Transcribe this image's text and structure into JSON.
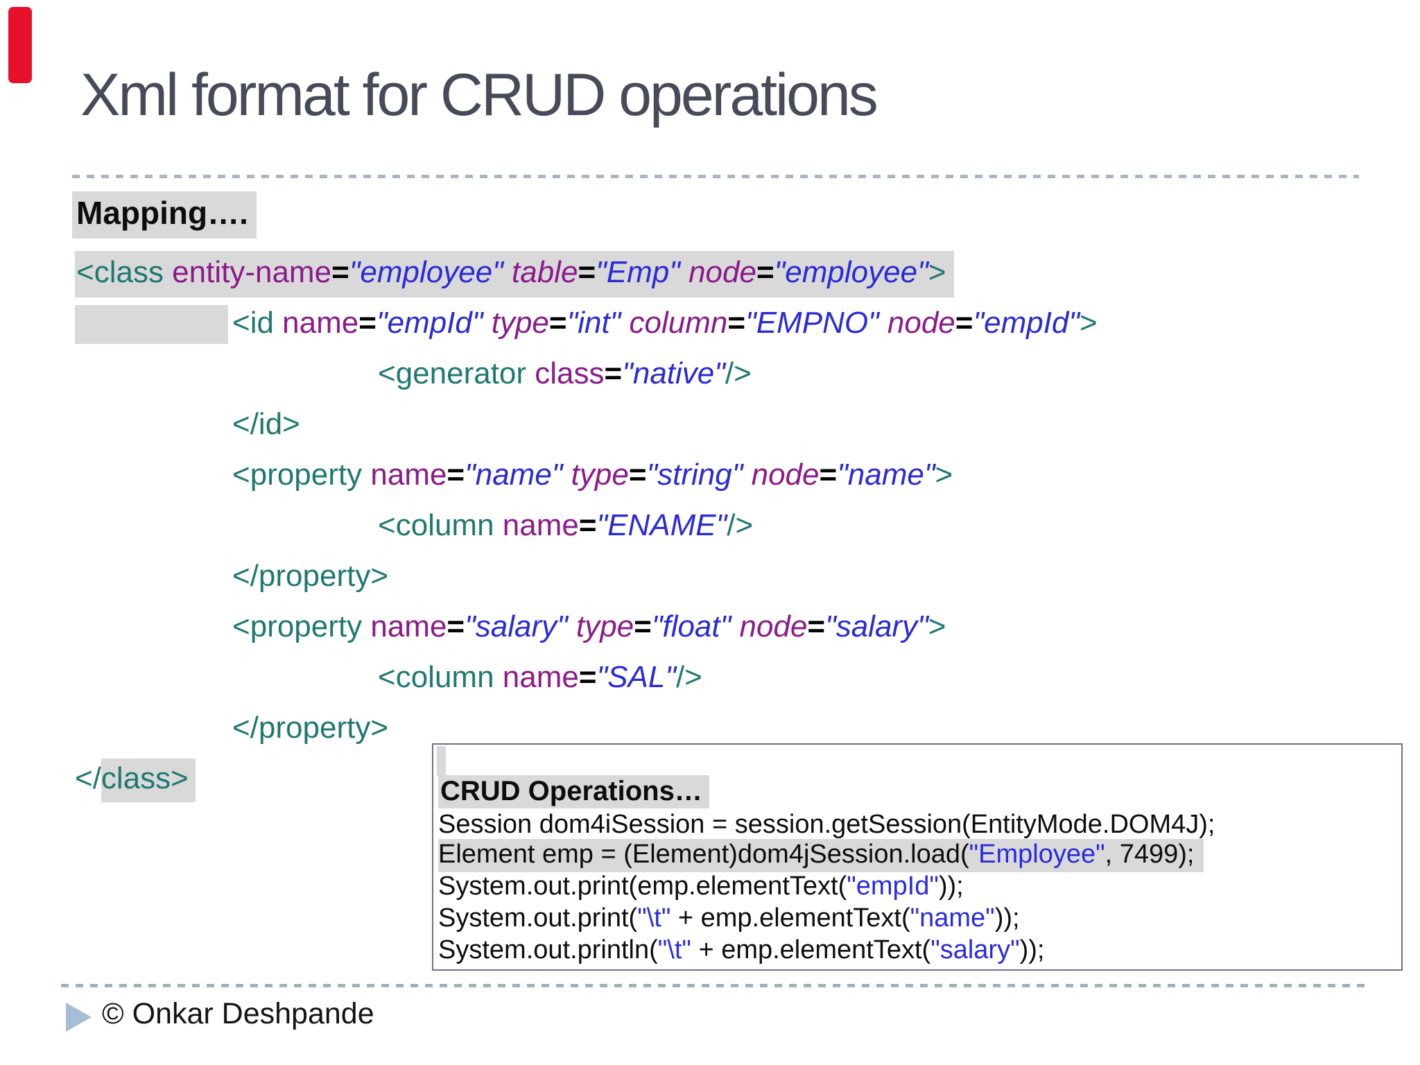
{
  "slide": {
    "title": "Xml format for CRUD operations",
    "footer": "© Onkar Deshpande"
  },
  "colors": {
    "accent_red_bar": "#e8112d",
    "title_text": "#474a59",
    "xml_tag": "#1f7872",
    "xml_attribute": "#8b1a8b",
    "xml_value": "#2a2ad7",
    "code_string": "#2a2ae0",
    "highlight": "#d9d9d9",
    "crud_box_border": "#6e6e96",
    "dashed_rule": "#a7b6c6",
    "footer_triangle": "#a5bdd7"
  },
  "xml": {
    "heading": "Mapping….",
    "lines": [
      {
        "indent": 0,
        "wrap": "hl",
        "tokens": [
          [
            "t",
            "<class "
          ],
          [
            "a",
            "entity-name"
          ],
          [
            "e",
            "="
          ],
          [
            "v",
            "\"employee\" "
          ],
          [
            "ai",
            "table"
          ],
          [
            "e",
            "="
          ],
          [
            "v",
            "\"Emp\" "
          ],
          [
            "ai",
            "node"
          ],
          [
            "e",
            "="
          ],
          [
            "v",
            "\"employee\""
          ],
          [
            "t",
            ">"
          ]
        ]
      },
      {
        "indent": 0,
        "ghost": true,
        "tokens": [
          [
            "t",
            "<id "
          ],
          [
            "a",
            "name"
          ],
          [
            "e",
            "="
          ],
          [
            "v",
            "\"empId\" "
          ],
          [
            "ai",
            "type"
          ],
          [
            "e",
            "="
          ],
          [
            "v",
            "\"int\" "
          ],
          [
            "ai",
            "column"
          ],
          [
            "e",
            "="
          ],
          [
            "v",
            "\"EMPNO\" "
          ],
          [
            "ai",
            "node"
          ],
          [
            "e",
            "="
          ],
          [
            "v",
            "\"empId\""
          ],
          [
            "t",
            ">"
          ]
        ]
      },
      {
        "indent": 2,
        "tokens": [
          [
            "t",
            "<generator "
          ],
          [
            "a",
            "class"
          ],
          [
            "e",
            "="
          ],
          [
            "v",
            "\"native\""
          ],
          [
            "t",
            "/>"
          ]
        ]
      },
      {
        "indent": 1,
        "tokens": [
          [
            "t",
            "</id>"
          ]
        ]
      },
      {
        "indent": 1,
        "tokens": [
          [
            "t",
            "<property "
          ],
          [
            "a",
            "name"
          ],
          [
            "e",
            "="
          ],
          [
            "v",
            "\"name\" "
          ],
          [
            "ai",
            "type"
          ],
          [
            "e",
            "="
          ],
          [
            "v",
            "\"string\" "
          ],
          [
            "ai",
            "node"
          ],
          [
            "e",
            "="
          ],
          [
            "v",
            "\"name\""
          ],
          [
            "t",
            ">"
          ]
        ]
      },
      {
        "indent": 2,
        "tokens": [
          [
            "t",
            "<column "
          ],
          [
            "a",
            "name"
          ],
          [
            "e",
            "="
          ],
          [
            "v",
            "\"ENAME\""
          ],
          [
            "t",
            "/>"
          ]
        ]
      },
      {
        "indent": 1,
        "tokens": [
          [
            "t",
            "</property>"
          ]
        ]
      },
      {
        "indent": 1,
        "tokens": [
          [
            "t",
            "<property "
          ],
          [
            "a",
            "name"
          ],
          [
            "e",
            "="
          ],
          [
            "v",
            "\"salary\" "
          ],
          [
            "ai",
            "type"
          ],
          [
            "e",
            "="
          ],
          [
            "v",
            "\"float\" "
          ],
          [
            "ai",
            "node"
          ],
          [
            "e",
            "="
          ],
          [
            "v",
            "\"salary\""
          ],
          [
            "t",
            ">"
          ]
        ]
      },
      {
        "indent": 2,
        "tokens": [
          [
            "t",
            "<column "
          ],
          [
            "a",
            "name"
          ],
          [
            "e",
            "="
          ],
          [
            "v",
            "\"SAL\""
          ],
          [
            "t",
            "/>"
          ]
        ]
      },
      {
        "indent": 1,
        "tokens": [
          [
            "t",
            "</property>"
          ]
        ]
      },
      {
        "indent": 0,
        "tokens": [
          [
            "t",
            "</"
          ],
          [
            "thl",
            "class>"
          ]
        ]
      }
    ]
  },
  "crud": {
    "heading": "CRUD Operations…",
    "lines": [
      {
        "clip": true,
        "tokens": [
          [
            "x",
            "Session dom4iSession = session.getSession(EntityMode.DOM4J);"
          ]
        ]
      },
      {
        "chip": true,
        "tokens": [
          [
            "x",
            "Element emp = (Element)dom4jSession.load("
          ],
          [
            "s",
            "\"Employee\""
          ],
          [
            "x",
            ", 7499);"
          ]
        ]
      },
      {
        "tokens": [
          [
            "x",
            "System.out.print(emp.elementText("
          ],
          [
            "s",
            "\"empId\""
          ],
          [
            "x",
            "));"
          ]
        ]
      },
      {
        "tokens": [
          [
            "x",
            "System.out.print("
          ],
          [
            "s",
            "\"\\t\""
          ],
          [
            "x",
            " + emp.elementText("
          ],
          [
            "s",
            "\"name\""
          ],
          [
            "x",
            "));"
          ]
        ]
      },
      {
        "tokens": [
          [
            "x",
            "System.out.println("
          ],
          [
            "s",
            "\"\\t\""
          ],
          [
            "x",
            " + emp.elementText("
          ],
          [
            "s",
            "\"salary\""
          ],
          [
            "x",
            "));"
          ]
        ]
      }
    ]
  }
}
